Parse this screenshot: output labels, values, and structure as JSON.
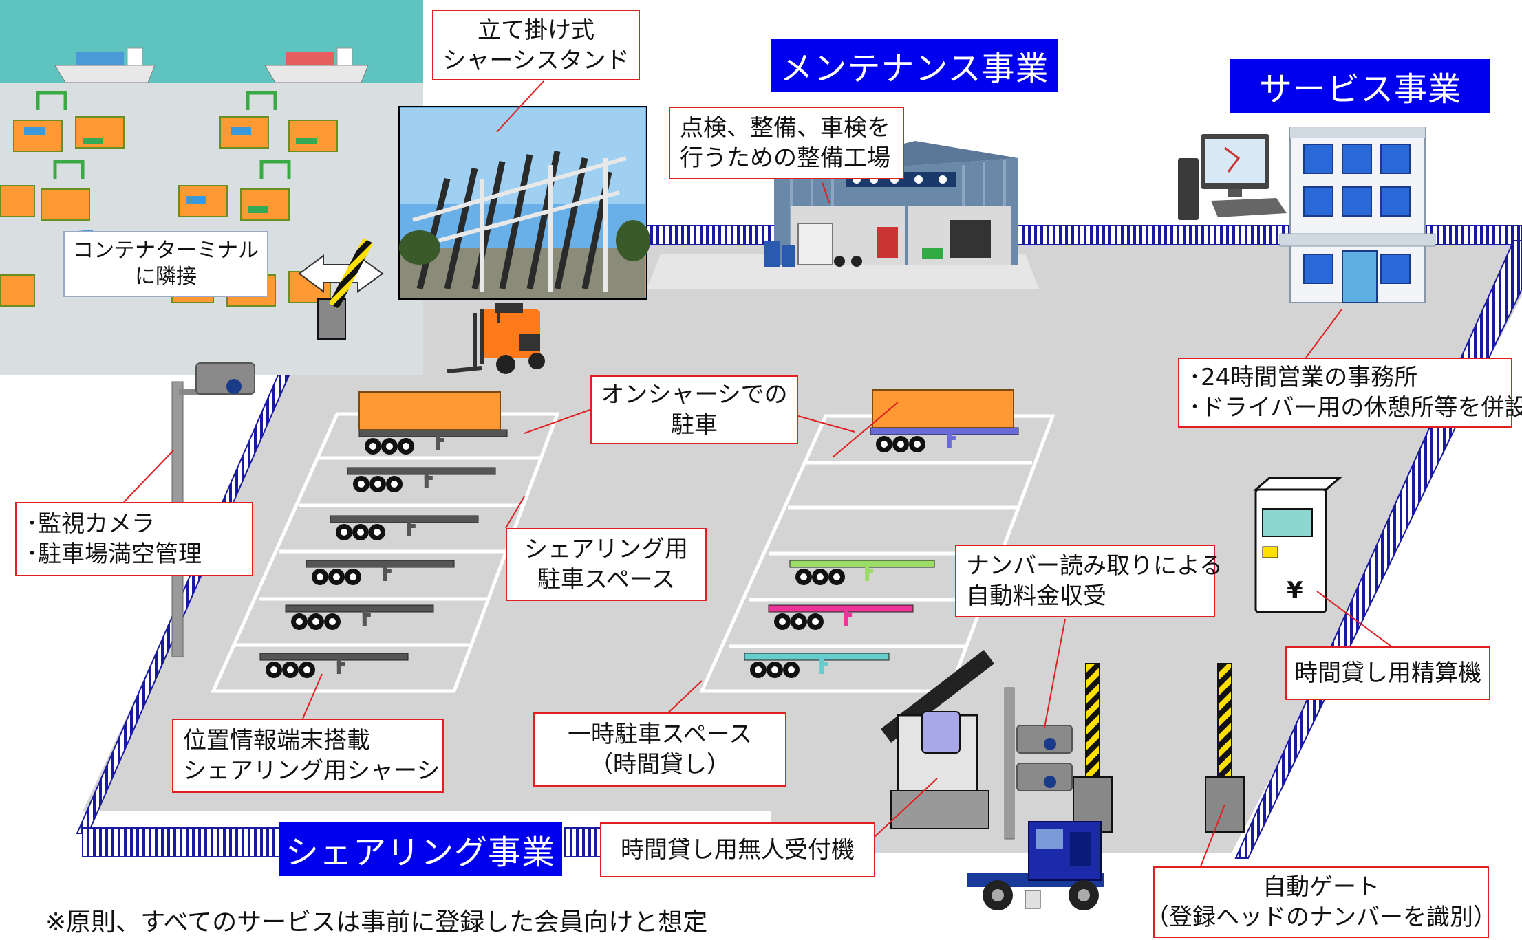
{
  "sections": {
    "maintenance": "メンテナンス事業",
    "service": "サービス事業",
    "sharing": "シェアリング事業"
  },
  "callouts": {
    "chassis_stand": [
      "立て掛け式",
      "シャーシスタンド"
    ],
    "terminal": [
      "コンテナターミナル",
      "に隣接"
    ],
    "workshop": [
      "点検、整備、車検を",
      "行うための整備工場"
    ],
    "office": [
      "･24時間営業の事務所",
      "･ドライバー用の休憩所等を併設"
    ],
    "onchassis": [
      "オンシャーシでの",
      "駐車"
    ],
    "camera": [
      "･監視カメラ",
      "･駐車場満空管理"
    ],
    "sharing_space": [
      "シェアリング用",
      "駐車スペース"
    ],
    "plate_reader": [
      "ナンバー読み取りによる",
      "自動料金収受"
    ],
    "settlement": [
      "時間貸し用精算機"
    ],
    "gps_chassis": [
      "位置情報端末搭載",
      "シェアリング用シャーシ"
    ],
    "temp_parking": [
      "一時駐車スペース",
      "（時間貸し）"
    ],
    "kiosk": [
      "時間貸し用無人受付機"
    ],
    "auto_gate": [
      "自動ゲート",
      "（登録ヘッドのナンバーを識別）"
    ]
  },
  "machine_symbol": "¥",
  "footnote": "※原則、すべてのサービスは事前に登録した会員向けと想定",
  "colors": {
    "title_bg": "#0000ee",
    "callout_border": "#e02020",
    "lot_surface": "#d4d4d4",
    "fence": "#1a1aa0",
    "sea": "#5fc4c0",
    "container_orange": "#ff9933"
  },
  "icons": [
    "container-terminal-image",
    "chassis-stand-photo",
    "maintenance-garage-icon",
    "office-building-icon",
    "computer-icon",
    "forklift-icon",
    "security-camera-icon",
    "barrier-gate-icon",
    "parking-meter-icon",
    "reception-kiosk-icon",
    "truck-tractor-icon"
  ]
}
